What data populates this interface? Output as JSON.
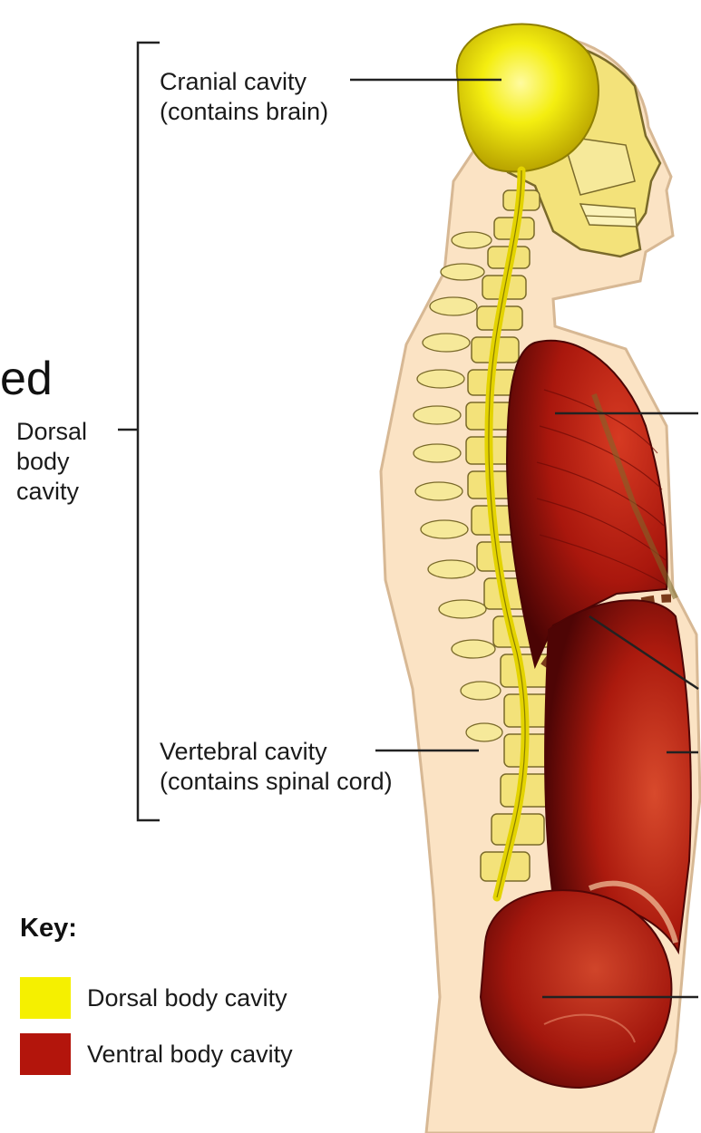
{
  "fragment_text": "ed",
  "labels": {
    "cranial_line1": "Cranial cavity",
    "cranial_line2": "(contains brain)",
    "dorsal_line1": "Dorsal",
    "dorsal_line2": "body",
    "dorsal_line3": "cavity",
    "vertebral_line1": "Vertebral cavity",
    "vertebral_line2": "(contains spinal cord)"
  },
  "key": {
    "title": "Key:",
    "items": [
      {
        "label": "Dorsal body cavity",
        "color": "#f5f000"
      },
      {
        "label": "Ventral body cavity",
        "color": "#b3150c"
      }
    ]
  },
  "colors": {
    "skin": "#fbe3c4",
    "skin_outline": "#d7b894",
    "bone": "#f3e27a",
    "bone_outline": "#7a6a2a",
    "dorsal": "#f5f000",
    "ventral": "#b3150c",
    "ventral_dark": "#5a0605",
    "line": "#222222"
  }
}
